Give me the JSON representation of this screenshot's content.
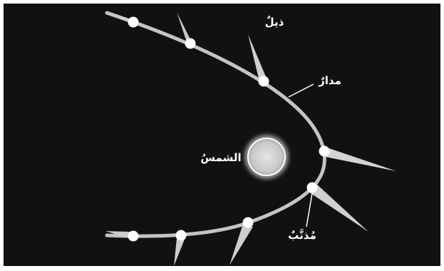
{
  "colors": {
    "background": "#111111",
    "frame": "#ffffff",
    "orbit": "#c9c9c9",
    "sun_fill": "#cfcfcf",
    "sun_glow": "#ffffff",
    "comet_head": "#ffffff",
    "comet_tail": "#d6d6d6",
    "text": "#ffffff"
  },
  "labels": {
    "tail": "ذيلٌ",
    "orbit": "مدارٌ",
    "sun": "الشمسُ",
    "comet": "مُذنَّبٌ"
  },
  "icons": {
    "sun": "sun-icon",
    "comet": "comet-icon"
  }
}
